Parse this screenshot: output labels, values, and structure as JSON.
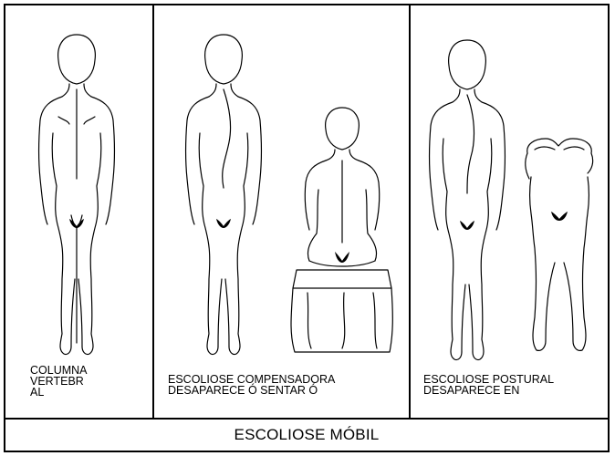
{
  "panels": [
    {
      "caption_lines": [
        "COLUMNA",
        "VERTEBR",
        "AL"
      ]
    },
    {
      "caption_lines": [
        "ESCOLIOSE COMPENSADORA",
        "DESAPARECE Ó SENTAR Ó"
      ]
    },
    {
      "caption_lines": [
        "ESCOLIOSE POSTURAL",
        "DESAPARECE EN"
      ]
    }
  ],
  "footer": {
    "title": "ESCOLIOSE MÓBIL"
  },
  "figures": [
    {
      "panel": 1,
      "pose": "standing-back-straight-spine"
    },
    {
      "panel": 2,
      "pose": "standing-back-curved-spine"
    },
    {
      "panel": 2,
      "pose": "seated-back-on-stool"
    },
    {
      "panel": 3,
      "pose": "standing-back-curved-spine"
    },
    {
      "panel": 3,
      "pose": "forward-bend-back-view"
    }
  ],
  "colors": {
    "line": "#000000",
    "background": "#ffffff"
  }
}
